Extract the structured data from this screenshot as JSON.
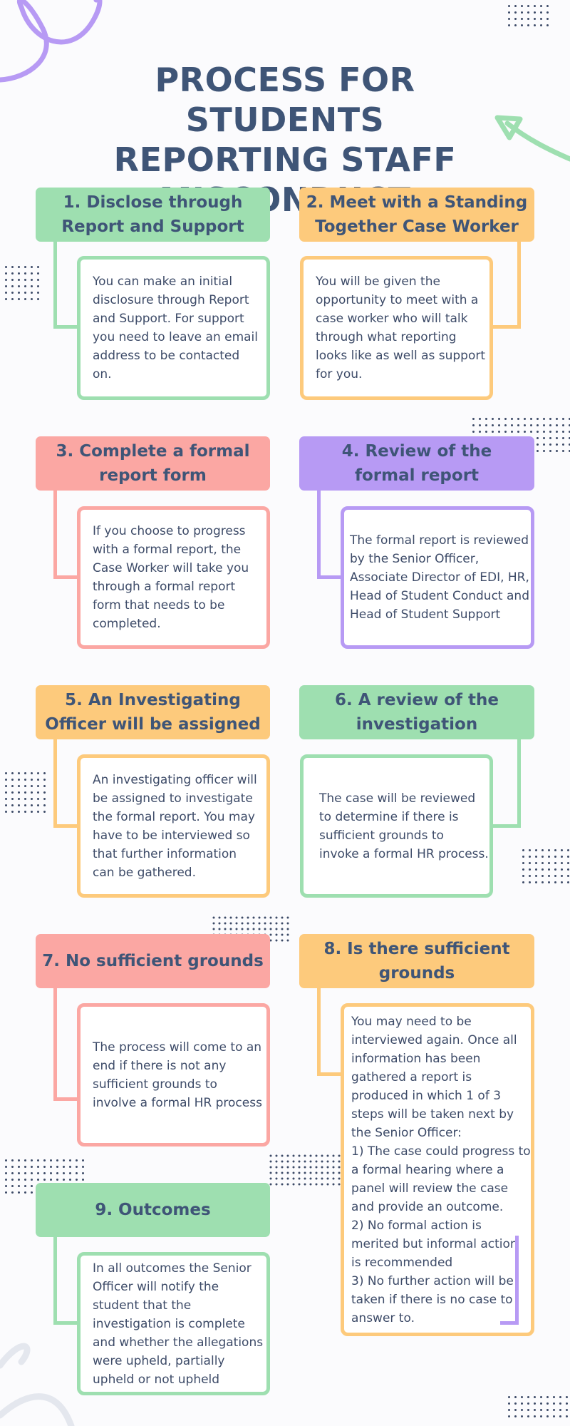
{
  "title": [
    "PROCESS FOR STUDENTS",
    "REPORTING STAFF",
    "MISCONDUCT"
  ],
  "colors": {
    "title": "#3f5577",
    "text": "#3d4b68",
    "green": "#9edfb0",
    "orange": "#fdca7c",
    "red": "#fba7a3",
    "purple": "#b79af4",
    "background": "#fbfbfd",
    "dots": "#3d4b68"
  },
  "steps": [
    {
      "heading": [
        "1.   Disclose through",
        "Report and Support"
      ],
      "color": "green",
      "body": [
        "You can make an initial",
        "disclosure through Report",
        "and Support. For support",
        "you need to leave an email",
        "address to be contacted",
        "on."
      ]
    },
    {
      "heading": [
        "2. Meet with a Standing",
        "Together Case Worker"
      ],
      "color": "orange",
      "body": [
        "You will be given the",
        "opportunity to meet with a",
        "case worker who will talk",
        "through what reporting",
        "looks like as well as support",
        "for you."
      ]
    },
    {
      "heading": [
        "3. Complete a formal",
        "report form"
      ],
      "color": "red",
      "body": [
        "If you choose to progress",
        "with a formal report, the",
        "Case Worker will take you",
        "through a formal report",
        "form that needs to be",
        "completed."
      ]
    },
    {
      "heading": [
        "4. Review of the",
        "formal report"
      ],
      "color": "purple",
      "body": [
        "The formal report is reviewed",
        "by the Senior Officer,",
        "Associate Director of EDI, HR,",
        "Head of Student Conduct and",
        "Head of Student Support"
      ]
    },
    {
      "heading": [
        "5. An Investigating",
        "Officer will be assigned"
      ],
      "color": "orange",
      "body": [
        "An investigating officer will",
        "be assigned to investigate",
        "the formal report. You may",
        "have to be interviewed so",
        "that further information",
        "can be gathered."
      ]
    },
    {
      "heading": [
        "6. A review of the",
        "investigation"
      ],
      "color": "green",
      "body": [
        "The case will be reviewed",
        "to determine if there is",
        "sufficient grounds to",
        "invoke a formal HR process."
      ]
    },
    {
      "heading": [
        "7. No sufficient grounds"
      ],
      "color": "red",
      "body": [
        "The process will come to an",
        "end if there is not any",
        "sufficient grounds to",
        "involve a formal HR process"
      ]
    },
    {
      "heading": [
        "8. Is there sufficient",
        "grounds"
      ],
      "color": "orange",
      "body": [
        "You may need to be",
        "interviewed again. Once all",
        "information has been",
        "gathered a report is",
        "produced in which 1 of 3",
        "steps will be taken next by",
        "the Senior Officer:",
        "1) The case could progress to",
        "a formal hearing where a",
        "panel will review the case",
        "and provide an outcome.",
        "2) No formal action is",
        "merited but informal action",
        "is recommended",
        "3) No further action will be",
        "taken if there is no case to",
        "answer to."
      ]
    },
    {
      "heading": [
        "9. Outcomes"
      ],
      "color": "green",
      "body": [
        "In all outcomes the Senior",
        "Officer will notify the",
        "student that the",
        "investigation is complete",
        "and whether the allegations",
        "were upheld, partially",
        "upheld or not upheld"
      ]
    }
  ]
}
